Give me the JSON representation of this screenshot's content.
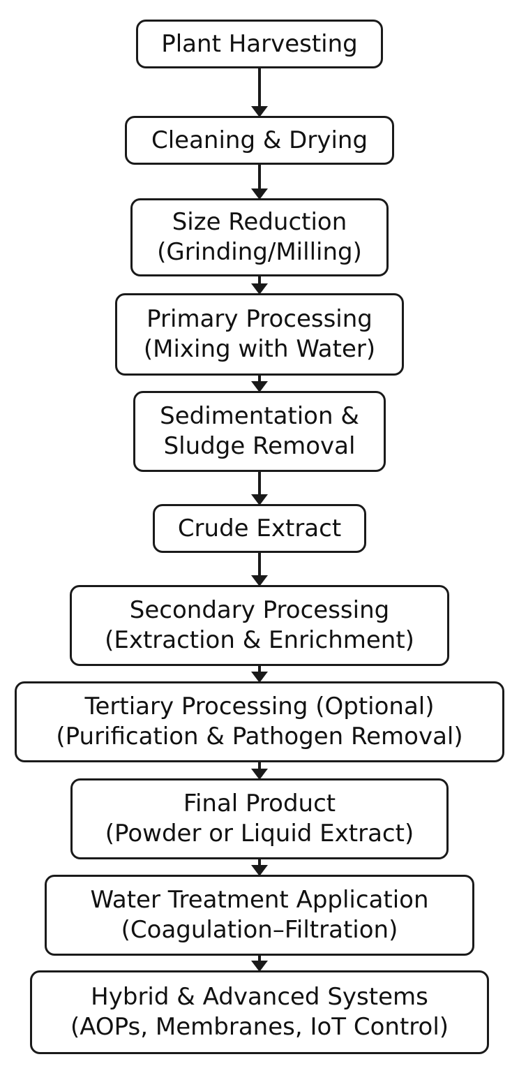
{
  "colors": {
    "border": "#1a1a1a",
    "text": "#111111",
    "background": "#ffffff"
  },
  "steps": [
    {
      "lines": [
        "Plant Harvesting"
      ]
    },
    {
      "lines": [
        "Cleaning & Drying"
      ]
    },
    {
      "lines": [
        "Size Reduction",
        "(Grinding/Milling)"
      ]
    },
    {
      "lines": [
        "Primary Processing",
        "(Mixing with Water)"
      ]
    },
    {
      "lines": [
        "Sedimentation &",
        "Sludge Removal"
      ]
    },
    {
      "lines": [
        "Crude Extract"
      ]
    },
    {
      "lines": [
        "Secondary Processing",
        "(Extraction & Enrichment)"
      ]
    },
    {
      "lines": [
        "Tertiary Processing (Optional)",
        "(Purification & Pathogen Removal)"
      ]
    },
    {
      "lines": [
        "Final Product",
        "(Powder or Liquid Extract)"
      ]
    },
    {
      "lines": [
        "Water Treatment Application",
        "(Coagulation–Filtration)"
      ]
    },
    {
      "lines": [
        "Hybrid & Advanced Systems",
        "(AOPs, Membranes, IoT Control)"
      ]
    }
  ]
}
